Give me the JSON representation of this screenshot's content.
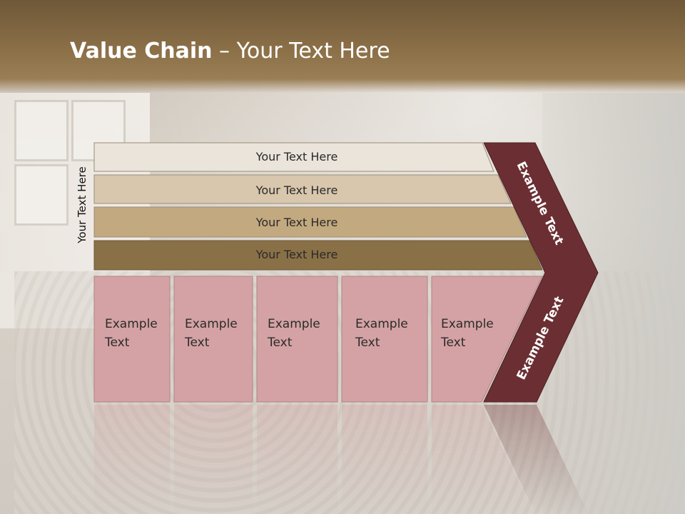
{
  "slide": {
    "title_bold": "Value Chain",
    "title_rest": " – Your Text Here",
    "side_label": "Your Text Here"
  },
  "bars": [
    {
      "label": "Your Text Here",
      "color": "#eae4db"
    },
    {
      "label": "Your Text Here",
      "color": "#d8c7ad"
    },
    {
      "label": "Your Text Here",
      "color": "#c3a97f"
    },
    {
      "label": "Your Text Here",
      "color": "#8a7047"
    }
  ],
  "boxes": [
    {
      "line1": "Example",
      "line2": "Text"
    },
    {
      "line1": "Example",
      "line2": "Text"
    },
    {
      "line1": "Example",
      "line2": "Text"
    },
    {
      "line1": "Example",
      "line2": "Text"
    },
    {
      "line1": "Example",
      "line2": "Text"
    }
  ],
  "chevron": {
    "top_label": "Example Text",
    "bottom_label": "Example Text",
    "color": "#6b2f33"
  },
  "colors": {
    "box_fill": "#d4a2a4",
    "header_brown": "#8c7048"
  }
}
